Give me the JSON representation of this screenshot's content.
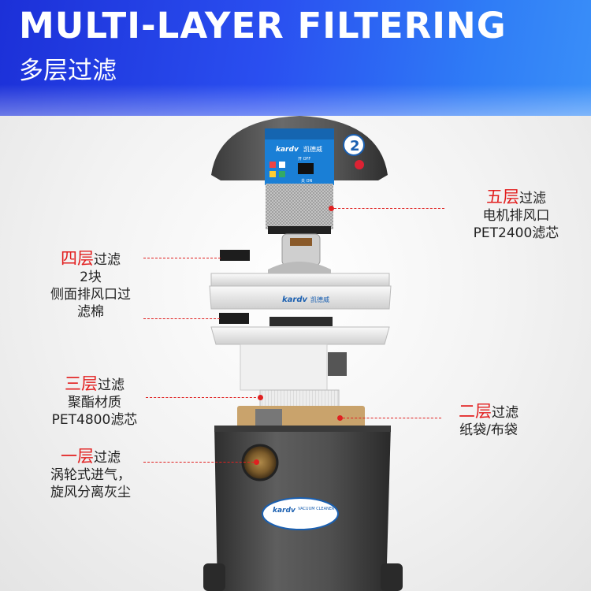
{
  "header": {
    "title": "MULTI-LAYER FILTERING",
    "subtitle": "多层过滤"
  },
  "device": {
    "brand": "kardv",
    "brand_cn": "凯德威",
    "badge_number": "2",
    "panel_text_1": "开 OFF",
    "panel_text_2": "关 ON",
    "ring_logo_text": "VACUUM CLEANER"
  },
  "layers": [
    {
      "title_red": "五层",
      "title_rest": "过滤",
      "lines": [
        "电机排风口",
        "PET2400滤芯"
      ]
    },
    {
      "title_red": "四层",
      "title_rest": "过滤",
      "lines": [
        "2块",
        "侧面排风口过",
        "滤棉"
      ]
    },
    {
      "title_red": "三层",
      "title_rest": "过滤",
      "lines": [
        "聚酯材质",
        "PET4800滤芯"
      ]
    },
    {
      "title_red": "二层",
      "title_rest": "过滤",
      "lines": [
        "纸袋/布袋"
      ]
    },
    {
      "title_red": "一层",
      "title_rest": "过滤",
      "lines": [
        "涡轮式进气，",
        "旋风分离灰尘"
      ]
    }
  ],
  "colors": {
    "banner": "#2a4ff0",
    "accent_red": "#e21e1e",
    "body_grey": "#4a4a4a"
  }
}
